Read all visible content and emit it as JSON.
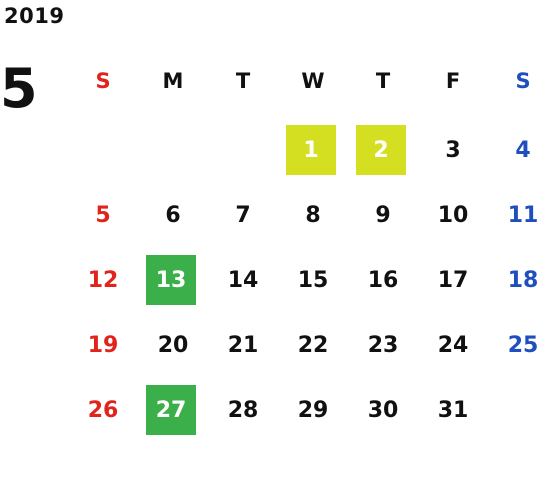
{
  "calendar": {
    "year": "2019",
    "month": "5",
    "weekdays": [
      "S",
      "M",
      "T",
      "W",
      "T",
      "F",
      "S"
    ],
    "colors": {
      "sunday": "#e0231b",
      "saturday": "#1f4fbf",
      "highlight_yellow": "#d5df22",
      "highlight_green": "#3aaf4a"
    },
    "weeks": [
      [
        "",
        "",
        "",
        "1",
        "2",
        "3",
        "4"
      ],
      [
        "5",
        "6",
        "7",
        "8",
        "9",
        "10",
        "11"
      ],
      [
        "12",
        "13",
        "14",
        "15",
        "16",
        "17",
        "18"
      ],
      [
        "19",
        "20",
        "21",
        "22",
        "23",
        "24",
        "25"
      ],
      [
        "26",
        "27",
        "28",
        "29",
        "30",
        "31",
        ""
      ]
    ],
    "highlights": {
      "1": "yellow",
      "2": "yellow",
      "13": "green",
      "27": "green"
    }
  }
}
